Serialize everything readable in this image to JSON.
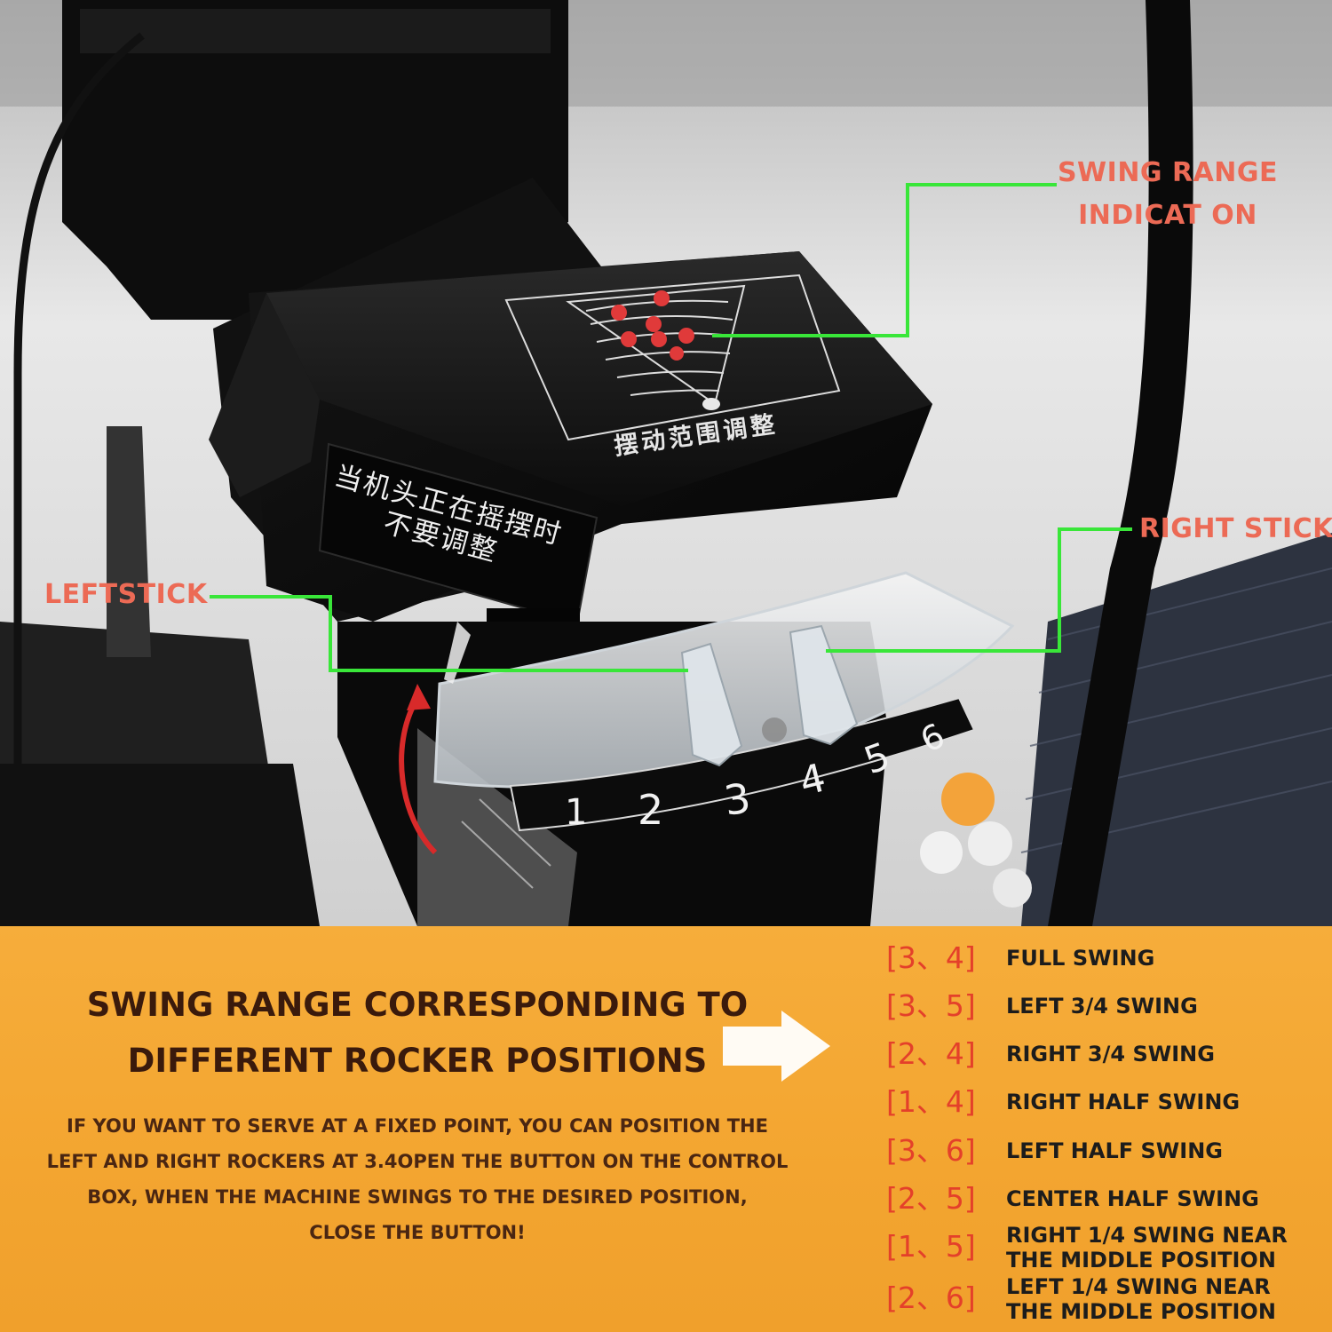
{
  "callouts": {
    "swing_range_indication": [
      "SWING RANGE",
      "INDICAT ON"
    ],
    "right_stick": "RIGHT STICK",
    "left_stick": "LEFTSTICK"
  },
  "device": {
    "top_panel_label": "摆动范围调整",
    "warning_label_line1": "当机头正在摇摆时",
    "warning_label_line2": "不要调整",
    "scale_numbers": [
      "1",
      "2",
      "3",
      "4",
      "5",
      "6"
    ]
  },
  "info": {
    "headline_line1": "SWING RANGE CORRESPONDING TO",
    "headline_line2": "DIFFERENT ROCKER POSITIONS",
    "instructions": [
      "IF YOU WANT TO SERVE AT A FIXED POINT, YOU CAN POSITION THE",
      "LEFT AND RIGHT ROCKERS AT 3.4OPEN THE BUTTON ON THE CONTROL",
      "BOX, WHEN THE MACHINE SWINGS TO THE DESIRED POSITION,",
      "CLOSE THE BUTTON!"
    ]
  },
  "combinations": [
    {
      "position": "[3、4]",
      "description": "FULL SWING"
    },
    {
      "position": "[3、5]",
      "description": "LEFT 3/4 SWING"
    },
    {
      "position": "[2、4]",
      "description": "RIGHT 3/4 SWING"
    },
    {
      "position": "[1、4]",
      "description": "RIGHT HALF SWING"
    },
    {
      "position": "[3、6]",
      "description": "LEFT HALF SWING"
    },
    {
      "position": "[2、5]",
      "description": "CENTER HALF SWING"
    },
    {
      "position": "[1、5]",
      "description_line1": "RIGHT 1/4 SWING NEAR",
      "description_line2": "THE MIDDLE POSITION"
    },
    {
      "position": "[2、6]",
      "description_line1": "LEFT 1/4 SWING NEAR",
      "description_line2": "THE MIDDLE POSITION"
    }
  ],
  "colors": {
    "callout_text": "#ec6a55",
    "callout_line": "#39e639",
    "panel_background": "#f3a530",
    "headline_text": "#3a1a0c",
    "position_text": "#e4402a"
  }
}
